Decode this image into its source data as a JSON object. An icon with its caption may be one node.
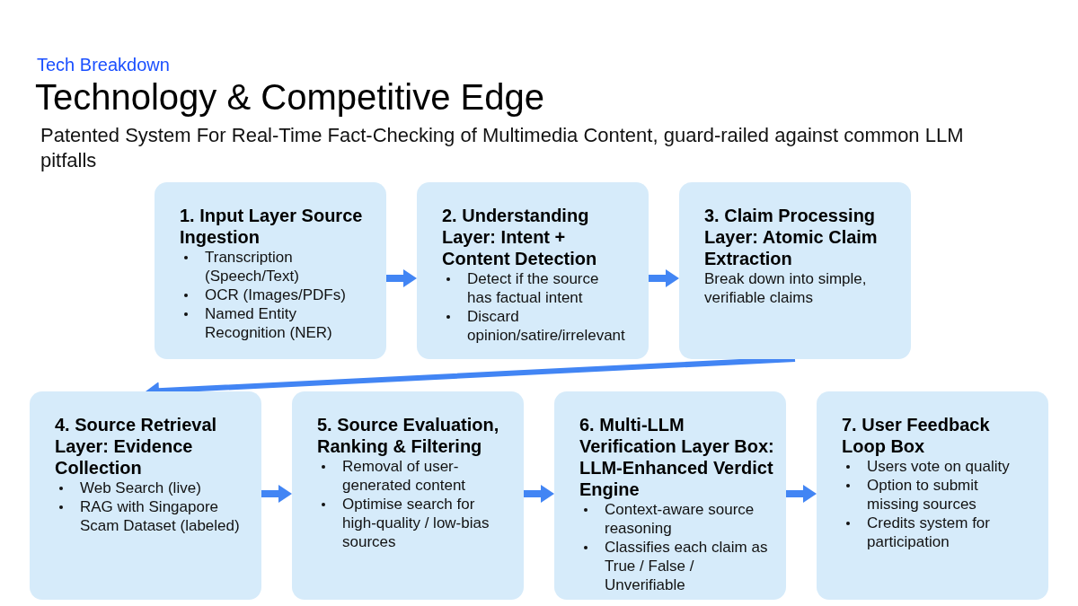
{
  "diagram": {
    "title": "Technology & Competitive Edge",
    "nodes": [
      {
        "text": [
          "1. Input Layer Source Ingestion",
          "Transcription (Speech/Text)",
          "OCR (Images/PDFs)",
          "Named Entity Recognition (NER)"
        ]
      },
      {
        "text": [
          "2. Understanding Layer: Intent + Content Detection",
          "Detect if the source has factual intent",
          "Discard opinion/satire/irrelevant"
        ]
      },
      {
        "text": [
          "3. Claim Processing Layer: Atomic Claim Extraction",
          "Break down into simple, verifiable claims"
        ]
      },
      {
        "text": [
          "4. Source Retrieval Layer: Evidence Collection",
          "Web Search (live)",
          "RAG with Singapore Scam Dataset (labeled)"
        ]
      },
      {
        "text": [
          "5. Source Evaluation, Ranking & Filtering",
          "Removal of user-generated content",
          "Optimise search for high-quality / low-bias sources"
        ]
      },
      {
        "text": [
          "6. Multi-LLM Verification Layer Box: LLM-Enhanced Verdict Engine",
          "Context-aware source reasoning",
          "Classifies each claim as True / False / Unverifiable"
        ]
      },
      {
        "text": [
          "7. User Feedback Loop Box",
          "Users vote on quality",
          "Option to submit missing sources",
          "Credits system for participation"
        ]
      }
    ],
    "edges": [
      {
        "from": 0,
        "to": 1,
        "arrow": "to"
      },
      {
        "from": 1,
        "to": 2,
        "arrow": "to"
      },
      {
        "from": 2,
        "to": 3,
        "arrow": "to"
      },
      {
        "from": 3,
        "to": 4,
        "arrow": "to"
      },
      {
        "from": 4,
        "to": 5,
        "arrow": "to"
      },
      {
        "from": 5,
        "to": 6,
        "arrow": "to"
      }
    ],
    "labels": [
      "Tech Breakdown",
      "Patented System For Real-Time Fact-Checking of Multimedia Content, guard-railed against common LLM pitfalls"
    ]
  }
}
